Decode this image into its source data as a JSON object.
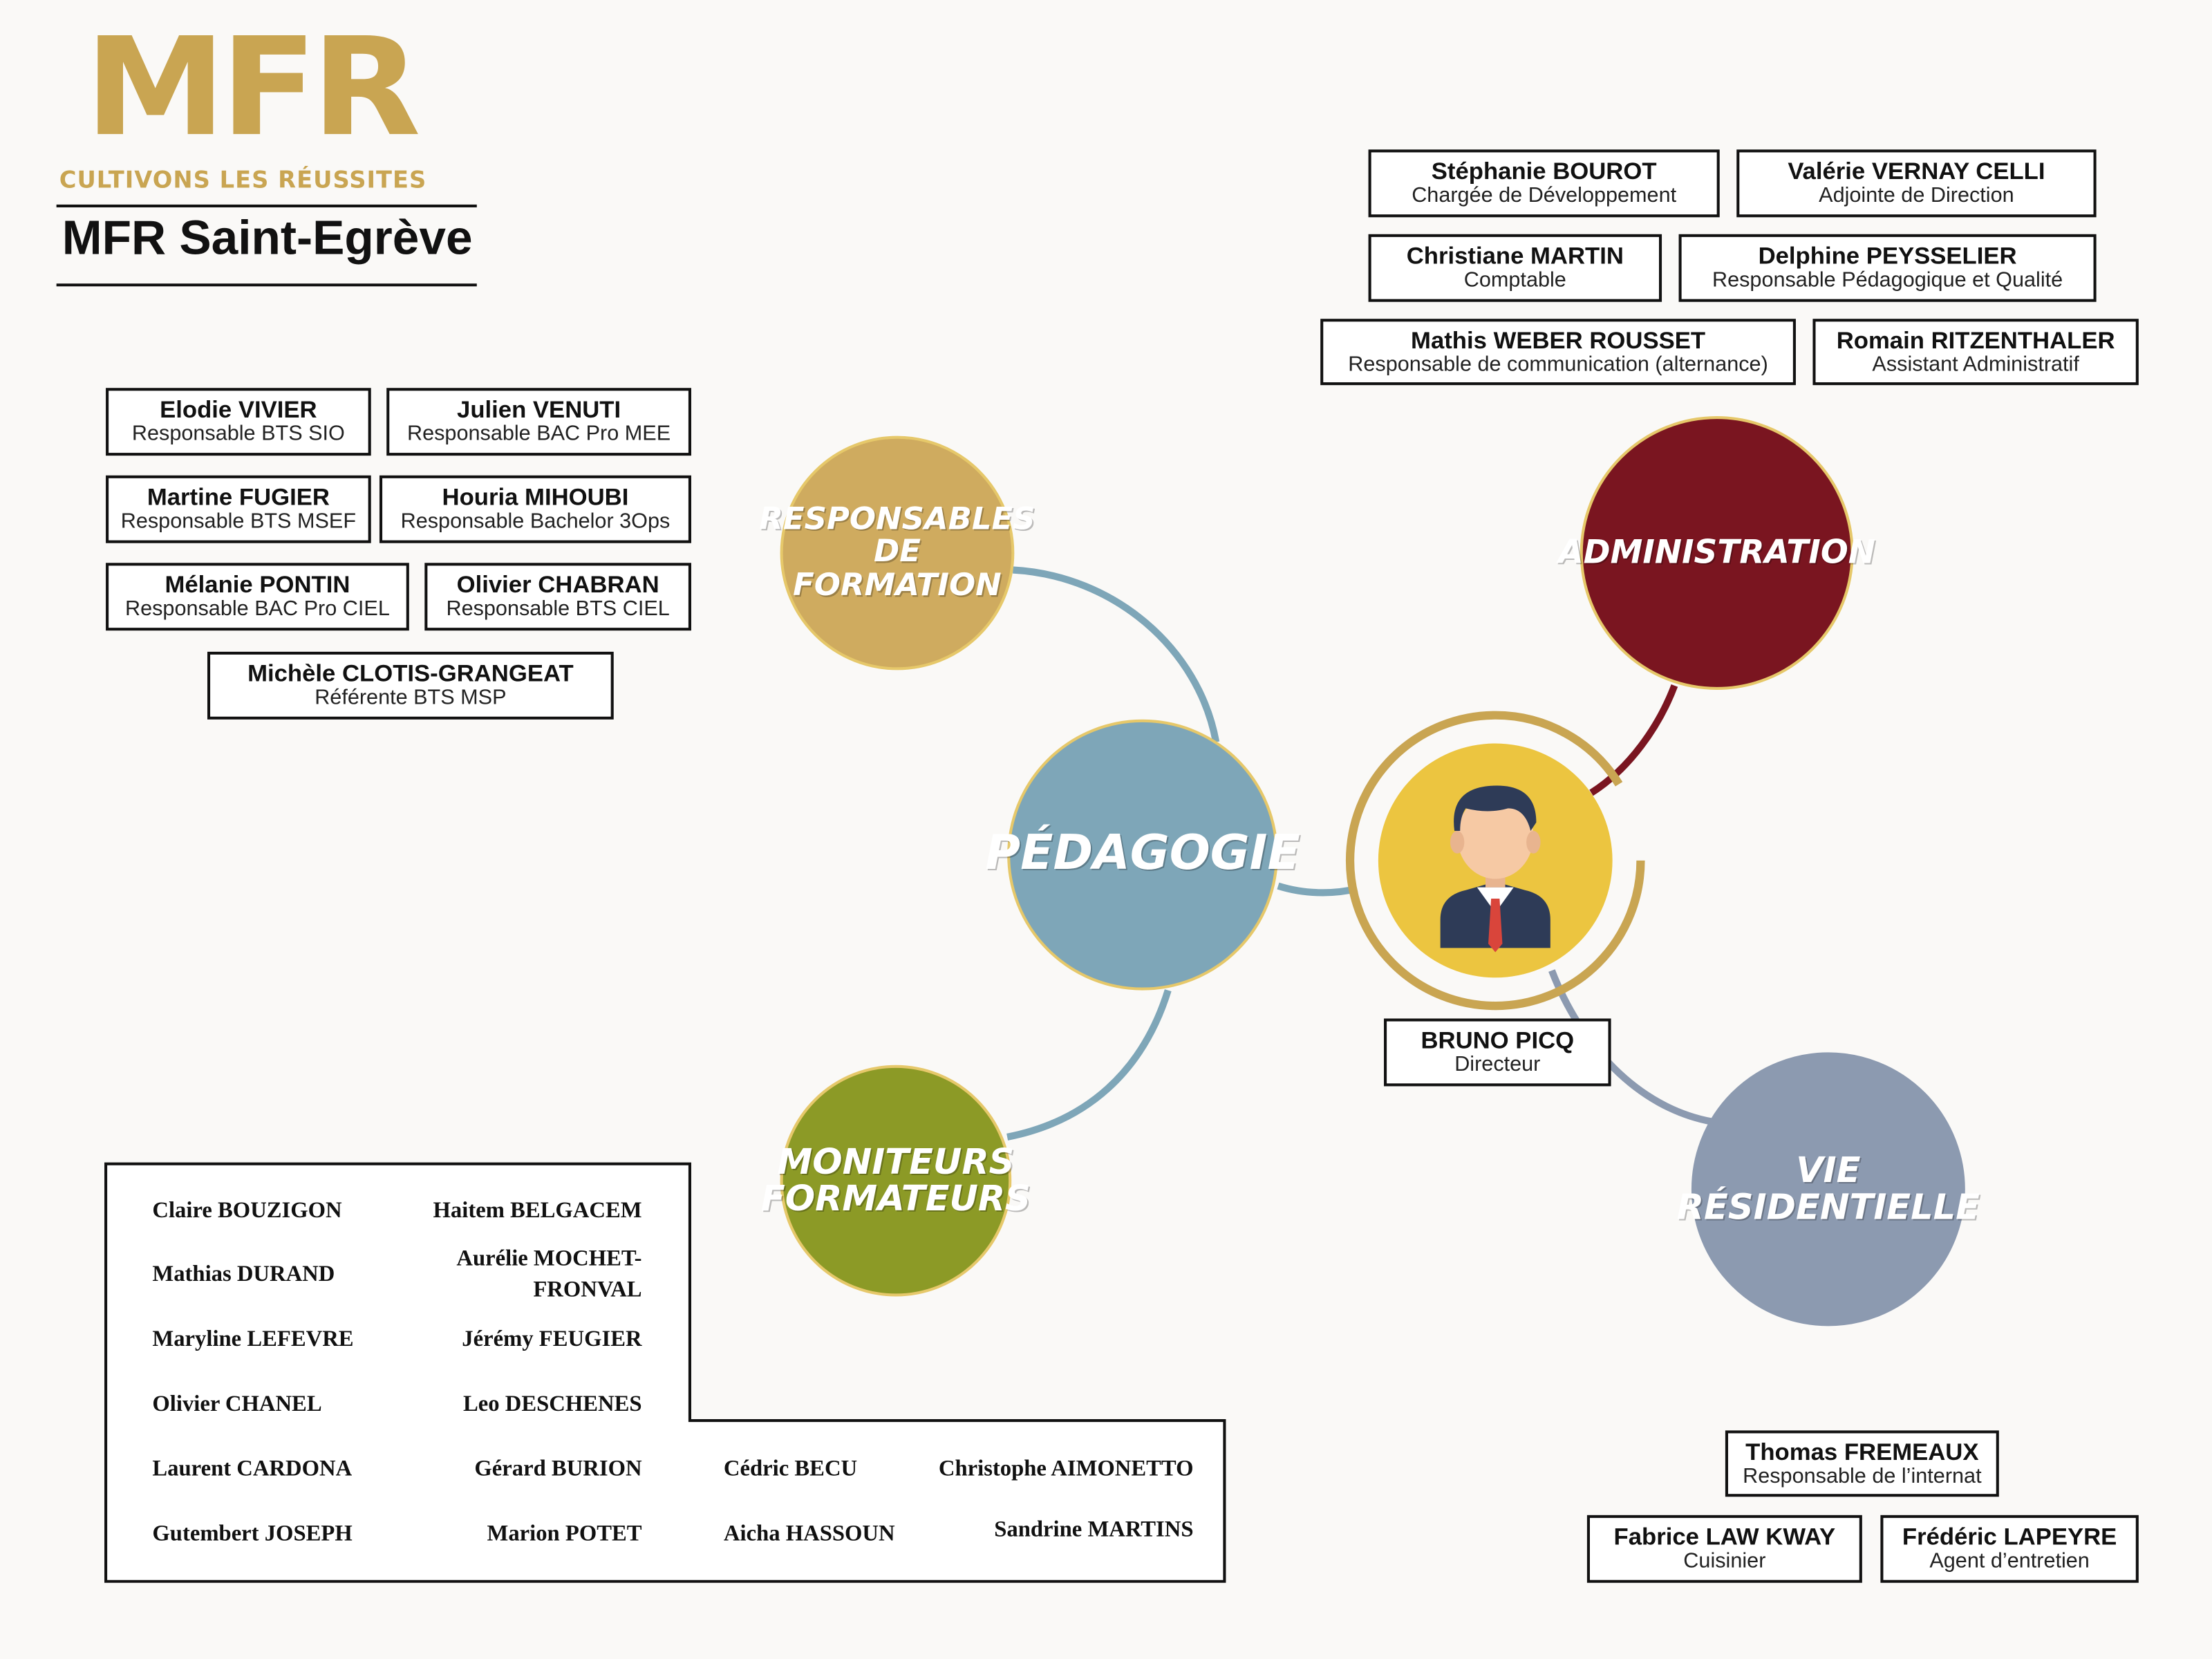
{
  "logo": {
    "letters": "MFR",
    "tagline": "CULTIVONS LES RÉUSSITES",
    "site": "MFR Saint-Egrève",
    "color": "#c9a552"
  },
  "director": {
    "name": "BRUNO PICQ",
    "role": "Directeur",
    "icon": "businessman-avatar-icon"
  },
  "groups": {
    "responsables": {
      "label1": "RESPONSABLES",
      "label2": "DE FORMATION",
      "color": "#cfab5f"
    },
    "administration": {
      "label": "ADMINISTRATION",
      "color": "#7a1520"
    },
    "pedagogie": {
      "label": "PÉDAGOGIE",
      "color": "#7ea6b8"
    },
    "moniteurs": {
      "label1": "MONITEURS",
      "label2": "FORMATEURS",
      "color": "#8c9a26"
    },
    "vie": {
      "label1": "VIE",
      "label2": "RÉSIDENTIELLE",
      "color": "#8c9ab0"
    }
  },
  "administration_staff": [
    {
      "name": "Stéphanie BOUROT",
      "role": "Chargée de Développement"
    },
    {
      "name": "Valérie VERNAY CELLI",
      "role": "Adjointe de Direction"
    },
    {
      "name": "Christiane MARTIN",
      "role": "Comptable"
    },
    {
      "name": "Delphine PEYSSELIER",
      "role": "Responsable Pédagogique et Qualité"
    },
    {
      "name": "Mathis WEBER ROUSSET",
      "role": "Responsable de communication (alternance)"
    },
    {
      "name": "Romain RITZENTHALER",
      "role": "Assistant Administratif"
    }
  ],
  "responsables_staff": [
    {
      "name": "Elodie VIVIER",
      "role": "Responsable BTS SIO"
    },
    {
      "name": "Julien VENUTI",
      "role": "Responsable BAC Pro MEE"
    },
    {
      "name": "Martine FUGIER",
      "role": "Responsable BTS MSEF"
    },
    {
      "name": "Houria MIHOUBI",
      "role": "Responsable Bachelor 3Ops"
    },
    {
      "name": "Mélanie PONTIN",
      "role": "Responsable BAC Pro CIEL"
    },
    {
      "name": "Olivier CHABRAN",
      "role": "Responsable BTS CIEL"
    },
    {
      "name": "Michèle CLOTIS-GRANGEAT",
      "role": "Référente BTS MSP"
    }
  ],
  "vie_staff": [
    {
      "name": "Thomas FREMEAUX",
      "role": "Responsable de l’internat"
    },
    {
      "name": "Fabrice LAW KWAY",
      "role": "Cuisinier"
    },
    {
      "name": "Frédéric LAPEYRE",
      "role": "Agent d’entretien"
    }
  ],
  "moniteurs_staff": [
    "Claire BOUZIGON",
    "Haitem BELGACEM",
    "Mathias DURAND",
    "Aurélie MOCHET-FRONVAL",
    "Maryline LEFEVRE",
    "Jérémy FEUGIER",
    "Olivier CHANEL",
    "Leo DESCHENES",
    "Laurent CARDONA",
    "Gérard BURION",
    "Cédric BECU",
    "Christophe AIMONETTO",
    "Gutembert JOSEPH",
    "Marion POTET",
    "Aicha HASSOUN",
    "Sandrine MARTINS"
  ]
}
